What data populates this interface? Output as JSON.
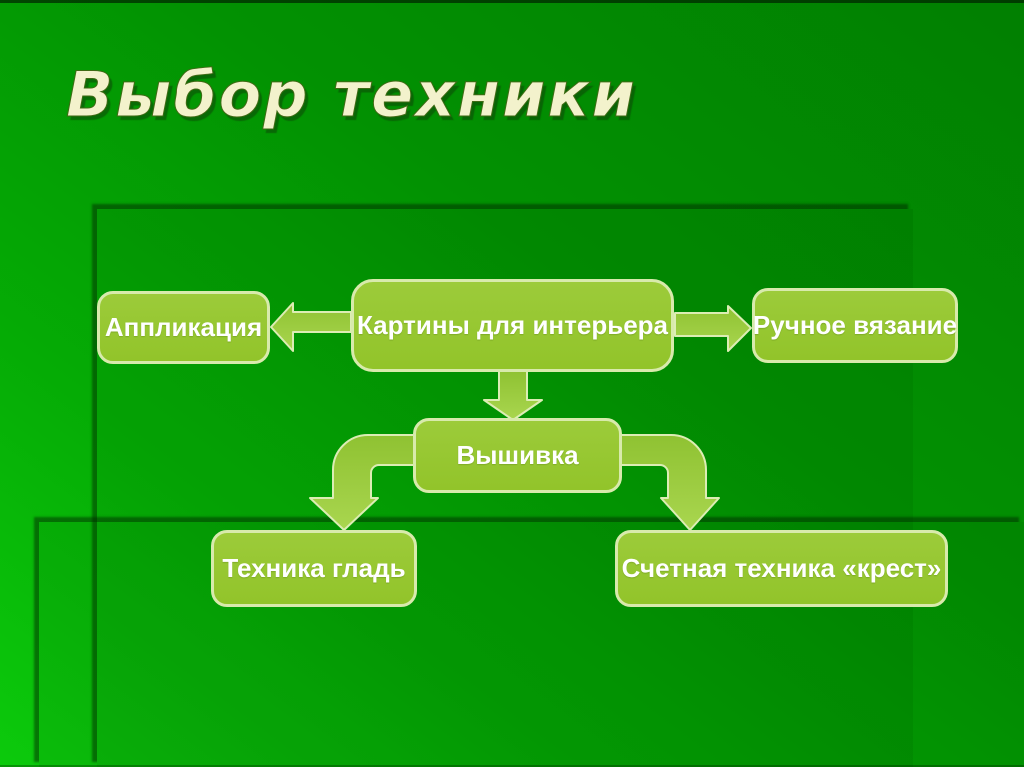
{
  "slide": {
    "title": "Выбор техники",
    "palette": {
      "background_top": "#017f01",
      "background_bottom_left": "#0cca0c",
      "panel_shadow": "#0a3c0a",
      "node_fill": "#97c82f",
      "node_border": "#d8eaac",
      "node_text": "#ffffff",
      "arrow_fill": "#9ecf40",
      "arrow_outline": "#dcedb4",
      "title_text": "#f3f2cc"
    }
  },
  "diagram": {
    "nodes": [
      {
        "id": "applikaciya",
        "label": "Аппликация"
      },
      {
        "id": "kartiny",
        "label": "Картины для интерьера"
      },
      {
        "id": "ruchnoe",
        "label": "Ручное вязание"
      },
      {
        "id": "vyshivka",
        "label": "Вышивка"
      },
      {
        "id": "glad",
        "label": "Техника гладь"
      },
      {
        "id": "krest",
        "label": "Счетная техника «крест»"
      }
    ],
    "edges": [
      {
        "from": "Картины для интерьера",
        "to": "Аппликация",
        "direction": "left"
      },
      {
        "from": "Картины для интерьера",
        "to": "Ручное вязание",
        "direction": "right"
      },
      {
        "from": "Картины для интерьера",
        "to": "Вышивка",
        "direction": "down"
      },
      {
        "from": "Вышивка",
        "to": "Техника гладь",
        "direction": "down-left"
      },
      {
        "from": "Вышивка",
        "to": "Счетная техника «крест»",
        "direction": "down-right"
      }
    ]
  }
}
